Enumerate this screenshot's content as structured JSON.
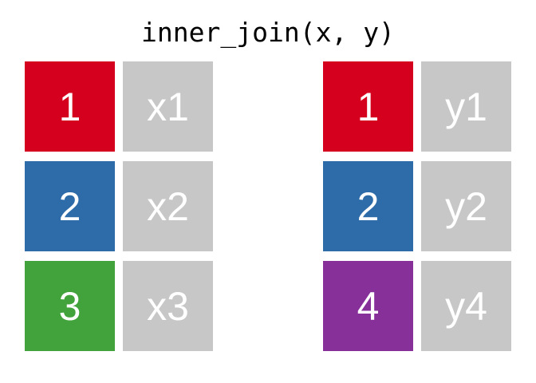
{
  "title": "inner_join(x, y)",
  "colors": {
    "background": "#ffffff",
    "title_text": "#000000",
    "cell_text": "#ffffff",
    "value_cell_gray": "#c7c7c7",
    "key_red": "#d5001d",
    "key_blue": "#2d6ca8",
    "key_green": "#42a33c",
    "key_purple": "#87309a"
  },
  "tables": {
    "x": {
      "rows": [
        {
          "key": "1",
          "key_color": "#d5001d",
          "value": "x1"
        },
        {
          "key": "2",
          "key_color": "#2d6ca8",
          "value": "x2"
        },
        {
          "key": "3",
          "key_color": "#42a33c",
          "value": "x3"
        }
      ]
    },
    "y": {
      "rows": [
        {
          "key": "1",
          "key_color": "#d5001d",
          "value": "y1"
        },
        {
          "key": "2",
          "key_color": "#2d6ca8",
          "value": "y2"
        },
        {
          "key": "4",
          "key_color": "#87309a",
          "value": "y4"
        }
      ]
    }
  }
}
